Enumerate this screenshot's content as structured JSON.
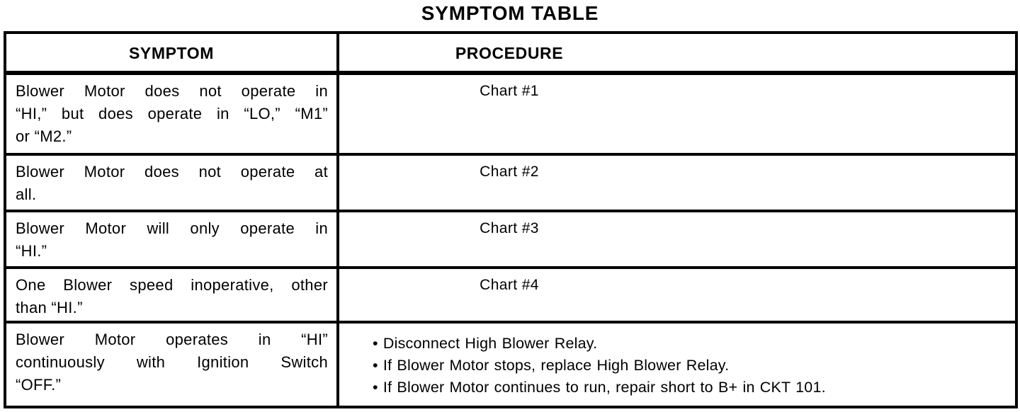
{
  "title": "SYMPTOM TABLE",
  "colors": {
    "ink": "#000000",
    "paper": "#ffffff"
  },
  "bullet_char": "•",
  "table": {
    "headers": {
      "symptom": "SYMPTOM",
      "procedure": "PROCEDURE"
    },
    "rows": [
      {
        "symptom_lines": [
          "Blower Motor does not operate in",
          "“HI,” but does operate in “LO,” “M1”",
          "or “M2.”"
        ],
        "symptom_text": "Blower Motor does not operate in “HI,” but does operate in “LO,” “M1” or “M2.”",
        "procedure_style": "chart",
        "procedure_lines": [
          "Chart #1"
        ]
      },
      {
        "symptom_lines": [
          "Blower Motor does not operate at",
          "all."
        ],
        "symptom_text": "Blower Motor does not operate at all.",
        "procedure_style": "chart",
        "procedure_lines": [
          "Chart #2"
        ]
      },
      {
        "symptom_lines": [
          "Blower Motor will only operate in",
          "“HI.”"
        ],
        "symptom_text": "Blower Motor will only operate in “HI.”",
        "procedure_style": "chart",
        "procedure_lines": [
          "Chart #3"
        ]
      },
      {
        "symptom_lines": [
          "One Blower speed inoperative, other",
          "than “HI.”"
        ],
        "symptom_text": "One Blower speed inoperative, other than “HI.”",
        "procedure_style": "chart",
        "procedure_lines": [
          "Chart #4"
        ]
      },
      {
        "symptom_lines": [
          "Blower Motor operates in “HI”",
          "continuously with Ignition Switch",
          "“OFF.”"
        ],
        "symptom_text": "Blower Motor operates in “HI” continuously with Ignition Switch “OFF.”",
        "procedure_style": "bullets",
        "procedure_lines": [
          "Disconnect High Blower Relay.",
          "If Blower Motor stops, replace High Blower Relay.",
          "If Blower Motor continues to run, repair short to B+ in CKT 101."
        ]
      }
    ]
  }
}
